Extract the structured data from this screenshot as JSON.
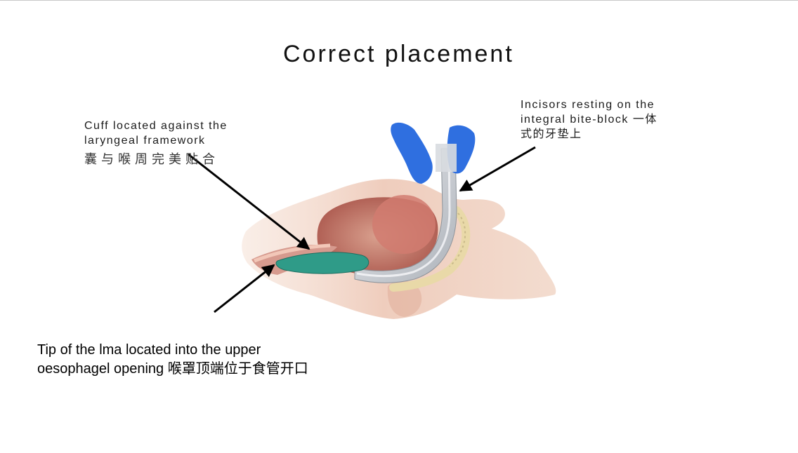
{
  "title": "Correct placement",
  "labels": {
    "cuff_en": "Cuff located against the laryngeal framework",
    "cuff_cn": "囊与喉周完美贴合",
    "incisors_text": "Incisors resting on the integral bite-block 一体式的牙垫上",
    "tip_text": "Tip of the lma located into the upper oesophagel opening 喉罩顶端位于食管开口"
  },
  "colors": {
    "skin": "#f1d6c8",
    "cavity": "#c98068",
    "mucosa": "#b5524a",
    "tube": "#c9cdd2",
    "cuff": "#2f9b88",
    "glove": "#2f6fe0",
    "teeth": "#e9d9a8"
  }
}
